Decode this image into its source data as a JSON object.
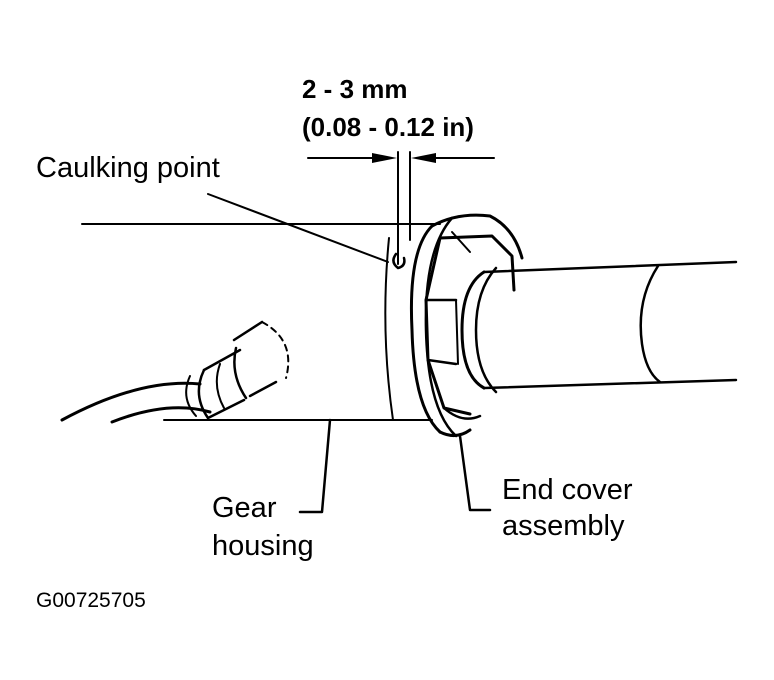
{
  "labels": {
    "dimension_mm": "2 - 3 mm",
    "dimension_in": "(0.08 - 0.12 in)",
    "caulking_point": "Caulking point",
    "gear_housing_line1": "Gear",
    "gear_housing_line2": "housing",
    "end_cover_line1": "End cover",
    "end_cover_line2": "assembly",
    "figure_id": "G00725705"
  },
  "colors": {
    "ink": "#000000",
    "paper": "#ffffff"
  }
}
